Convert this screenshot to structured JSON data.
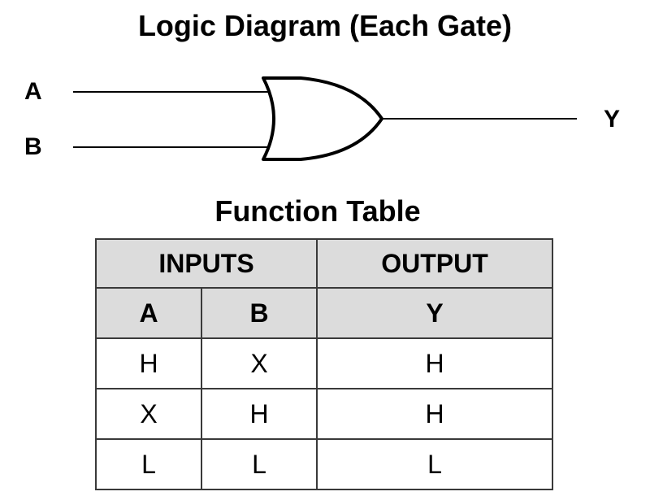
{
  "title": "Logic Diagram (Each Gate)",
  "diagram": {
    "inputs": [
      "A",
      "B"
    ],
    "output": "Y",
    "gate_type": "OR"
  },
  "table_title": "Function Table",
  "table": {
    "group_headers": [
      "INPUTS",
      "OUTPUT"
    ],
    "column_headers": [
      "A",
      "B",
      "Y"
    ],
    "rows": [
      [
        "H",
        "X",
        "H"
      ],
      [
        "X",
        "H",
        "H"
      ],
      [
        "L",
        "L",
        "L"
      ]
    ]
  }
}
